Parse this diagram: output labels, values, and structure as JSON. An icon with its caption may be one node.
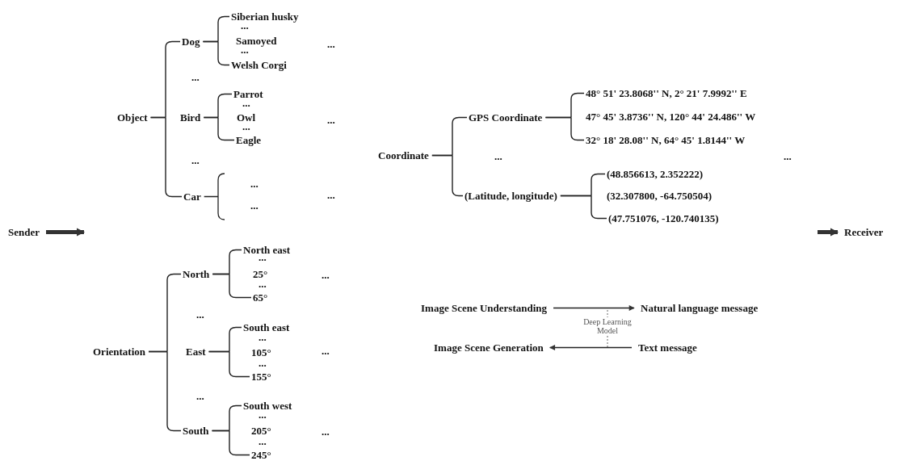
{
  "diagram": {
    "nodes": [
      {
        "text": [
          "Sender"
        ]
      },
      {
        "text": [
          "Object"
        ]
      },
      {
        "text": [
          "Dog"
        ]
      },
      {
        "text": [
          "Siberian husky"
        ]
      },
      {
        "text": [
          "Samoyed"
        ]
      },
      {
        "text": [
          "Welsh Corgi"
        ]
      },
      {
        "text": [
          "Bird"
        ]
      },
      {
        "text": [
          "Parrot"
        ]
      },
      {
        "text": [
          "Owl"
        ]
      },
      {
        "text": [
          "Eagle"
        ]
      },
      {
        "text": [
          "Car"
        ]
      },
      {
        "text": [
          "Orientation"
        ]
      },
      {
        "text": [
          "North"
        ]
      },
      {
        "text": [
          "North east"
        ]
      },
      {
        "text": [
          "25°"
        ]
      },
      {
        "text": [
          "65°"
        ]
      },
      {
        "text": [
          "East"
        ]
      },
      {
        "text": [
          "South east"
        ]
      },
      {
        "text": [
          "105°"
        ]
      },
      {
        "text": [
          "155°"
        ]
      },
      {
        "text": [
          "South"
        ]
      },
      {
        "text": [
          "South west"
        ]
      },
      {
        "text": [
          "205°"
        ]
      },
      {
        "text": [
          "245°"
        ]
      },
      {
        "text": [
          "Coordinate"
        ]
      },
      {
        "text": [
          "GPS Coordinate"
        ]
      },
      {
        "text": [
          "48° 51' 23.8068'' N, 2° 21' 7.9992'' E"
        ]
      },
      {
        "text": [
          "47° 45' 3.8736'' N, 120° 44' 24.486'' W"
        ]
      },
      {
        "text": [
          "32° 18' 28.08'' N, 64° 45' 1.8144'' W"
        ]
      },
      {
        "text": [
          "(Latitude, longitude)"
        ]
      },
      {
        "text": [
          "(48.856613, 2.352222)"
        ]
      },
      {
        "text": [
          "(32.307800, -64.750504)"
        ]
      },
      {
        "text": [
          "(47.751076, -120.740135)"
        ]
      },
      {
        "text": [
          "Image Scene Understanding"
        ]
      },
      {
        "text": [
          "Natural language message"
        ]
      },
      {
        "text": [
          "Image Scene Generation"
        ]
      },
      {
        "text": [
          "Text message"
        ]
      },
      {
        "text": [
          "Receiver"
        ]
      }
    ],
    "edges": [
      {
        "from": 0,
        "to": null,
        "arrow": "to",
        "style": "thick"
      },
      {
        "from": 1,
        "to": 2,
        "arrow": "none"
      },
      {
        "from": 1,
        "to": 10,
        "arrow": "none"
      },
      {
        "from": 2,
        "to": 3,
        "arrow": "none"
      },
      {
        "from": 2,
        "to": 5,
        "arrow": "none"
      },
      {
        "from": 6,
        "to": 7,
        "arrow": "none"
      },
      {
        "from": 6,
        "to": 9,
        "arrow": "none"
      },
      {
        "from": 11,
        "to": 12,
        "arrow": "none"
      },
      {
        "from": 11,
        "to": 20,
        "arrow": "none"
      },
      {
        "from": 12,
        "to": 13,
        "arrow": "none"
      },
      {
        "from": 12,
        "to": 15,
        "arrow": "none"
      },
      {
        "from": 16,
        "to": 17,
        "arrow": "none"
      },
      {
        "from": 16,
        "to": 19,
        "arrow": "none"
      },
      {
        "from": 20,
        "to": 21,
        "arrow": "none"
      },
      {
        "from": 20,
        "to": 23,
        "arrow": "none"
      },
      {
        "from": 24,
        "to": 25,
        "arrow": "none"
      },
      {
        "from": 24,
        "to": 29,
        "arrow": "none"
      },
      {
        "from": 25,
        "to": 26,
        "arrow": "none"
      },
      {
        "from": 25,
        "to": 28,
        "arrow": "none"
      },
      {
        "from": 29,
        "to": 30,
        "arrow": "none"
      },
      {
        "from": 29,
        "to": 32,
        "arrow": "none"
      },
      {
        "from": 33,
        "to": 34,
        "arrow": "to"
      },
      {
        "from": 36,
        "to": 35,
        "arrow": "to"
      },
      {
        "from": null,
        "to": 37,
        "arrow": "to",
        "style": "thick"
      }
    ],
    "labels": [
      "...",
      "...",
      "...",
      "...",
      "...",
      "...",
      "...",
      "...",
      "...",
      "...",
      "...",
      "...",
      "...",
      "...",
      "...",
      "...",
      "...",
      "...",
      "...",
      "...",
      "...",
      "...",
      "...",
      "...",
      "Deep Learning Model"
    ]
  }
}
